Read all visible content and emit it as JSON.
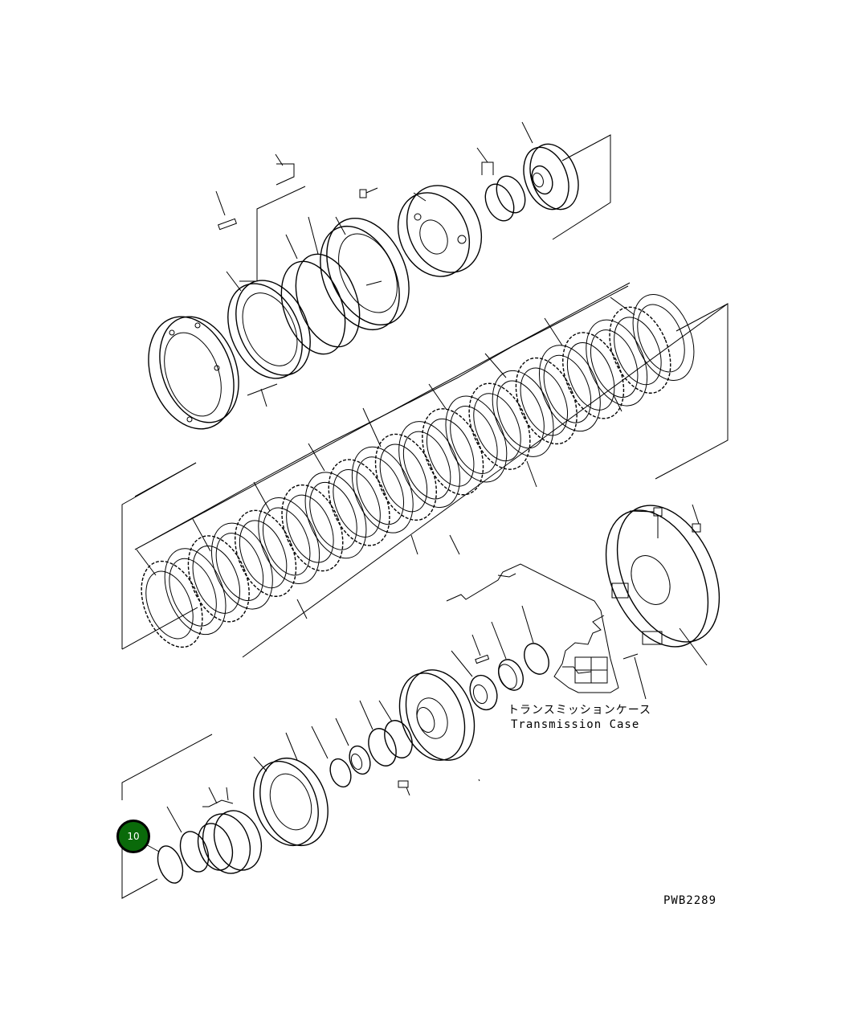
{
  "case_label_jp": "トランスミッションケース",
  "case_label_en": "Transmission Case",
  "figure_code": "PWB2289",
  "callout": {
    "label": "10",
    "color": "#0a6a0a"
  }
}
